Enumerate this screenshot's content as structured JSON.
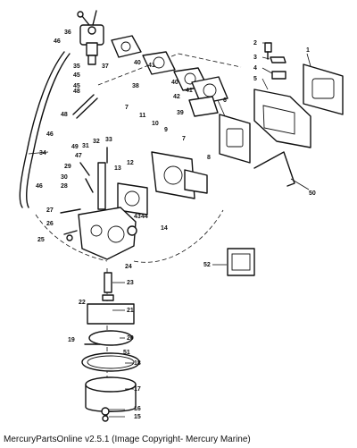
{
  "caption": "MercuryPartsOnline v2.5.1 (Image Copyright- Mercury Marine)",
  "callouts": [
    {
      "id": "c1",
      "label": "1"
    },
    {
      "id": "c2",
      "label": "2"
    },
    {
      "id": "c3",
      "label": "3"
    },
    {
      "id": "c4",
      "label": "4"
    },
    {
      "id": "c5",
      "label": "5"
    },
    {
      "id": "c6",
      "label": "6"
    },
    {
      "id": "c7a",
      "label": "7"
    },
    {
      "id": "c7b",
      "label": "7"
    },
    {
      "id": "c8",
      "label": "8"
    },
    {
      "id": "c9",
      "label": "9"
    },
    {
      "id": "c10",
      "label": "10"
    },
    {
      "id": "c11",
      "label": "11"
    },
    {
      "id": "c12",
      "label": "12"
    },
    {
      "id": "c13",
      "label": "13"
    },
    {
      "id": "c14",
      "label": "14"
    },
    {
      "id": "c15",
      "label": "15"
    },
    {
      "id": "c16",
      "label": "16"
    },
    {
      "id": "c17",
      "label": "17"
    },
    {
      "id": "c18",
      "label": "18"
    },
    {
      "id": "c19",
      "label": "19"
    },
    {
      "id": "c20",
      "label": "20"
    },
    {
      "id": "c21",
      "label": "21"
    },
    {
      "id": "c22",
      "label": "22"
    },
    {
      "id": "c23",
      "label": "23"
    },
    {
      "id": "c24",
      "label": "24"
    },
    {
      "id": "c25",
      "label": "25"
    },
    {
      "id": "c26",
      "label": "26"
    },
    {
      "id": "c27",
      "label": "27"
    },
    {
      "id": "c28",
      "label": "28"
    },
    {
      "id": "c29",
      "label": "29"
    },
    {
      "id": "c30",
      "label": "30"
    },
    {
      "id": "c31",
      "label": "31"
    },
    {
      "id": "c32",
      "label": "32"
    },
    {
      "id": "c33",
      "label": "33"
    },
    {
      "id": "c34",
      "label": "34"
    },
    {
      "id": "c35",
      "label": "35"
    },
    {
      "id": "c36",
      "label": "36"
    },
    {
      "id": "c37",
      "label": "37"
    },
    {
      "id": "c38",
      "label": "38"
    },
    {
      "id": "c39",
      "label": "39"
    },
    {
      "id": "c40a",
      "label": "40"
    },
    {
      "id": "c40b",
      "label": "40"
    },
    {
      "id": "c41a",
      "label": "41"
    },
    {
      "id": "c41b",
      "label": "41"
    },
    {
      "id": "c42",
      "label": "42"
    },
    {
      "id": "c43",
      "label": "43"
    },
    {
      "id": "c44",
      "label": "44"
    },
    {
      "id": "c45a",
      "label": "45"
    },
    {
      "id": "c45b",
      "label": "45"
    },
    {
      "id": "c46a",
      "label": "46"
    },
    {
      "id": "c46b",
      "label": "46"
    },
    {
      "id": "c46c",
      "label": "46"
    },
    {
      "id": "c47",
      "label": "47"
    },
    {
      "id": "c48a",
      "label": "48"
    },
    {
      "id": "c48b",
      "label": "48"
    },
    {
      "id": "c49",
      "label": "49"
    },
    {
      "id": "c50",
      "label": "50"
    },
    {
      "id": "c51",
      "label": "51"
    },
    {
      "id": "c52",
      "label": "52"
    }
  ]
}
